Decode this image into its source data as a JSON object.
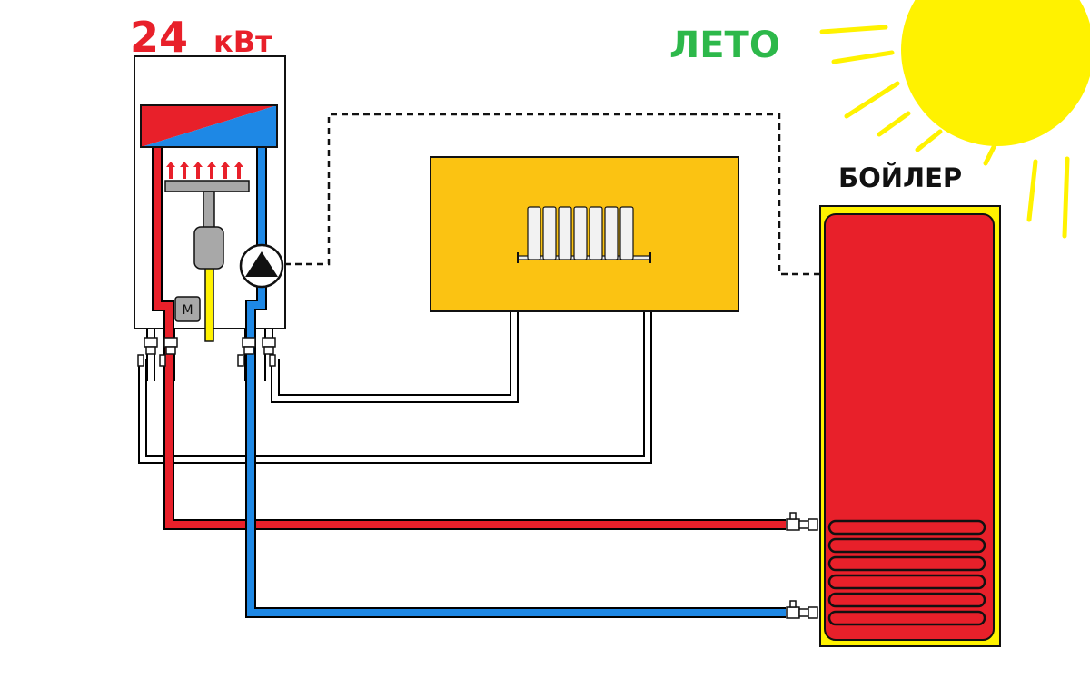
{
  "boiler_power": {
    "number": "24",
    "unit": "кВт"
  },
  "season_label": "ЛЕТО",
  "water_heater_label": "БОЙЛЕР",
  "motor_label": "М",
  "colors": {
    "hot": "#e8202a",
    "cold": "#1e88e5",
    "accent_yellow": "#fbc312",
    "season_green": "#2db84a",
    "sun_yellow": "#fff200",
    "outline": "#000000"
  },
  "icons": [
    "sun-icon",
    "radiator-icon",
    "circulation-pump-icon",
    "motor-icon",
    "burner-icon",
    "heat-exchanger-icon",
    "valve-icon"
  ]
}
